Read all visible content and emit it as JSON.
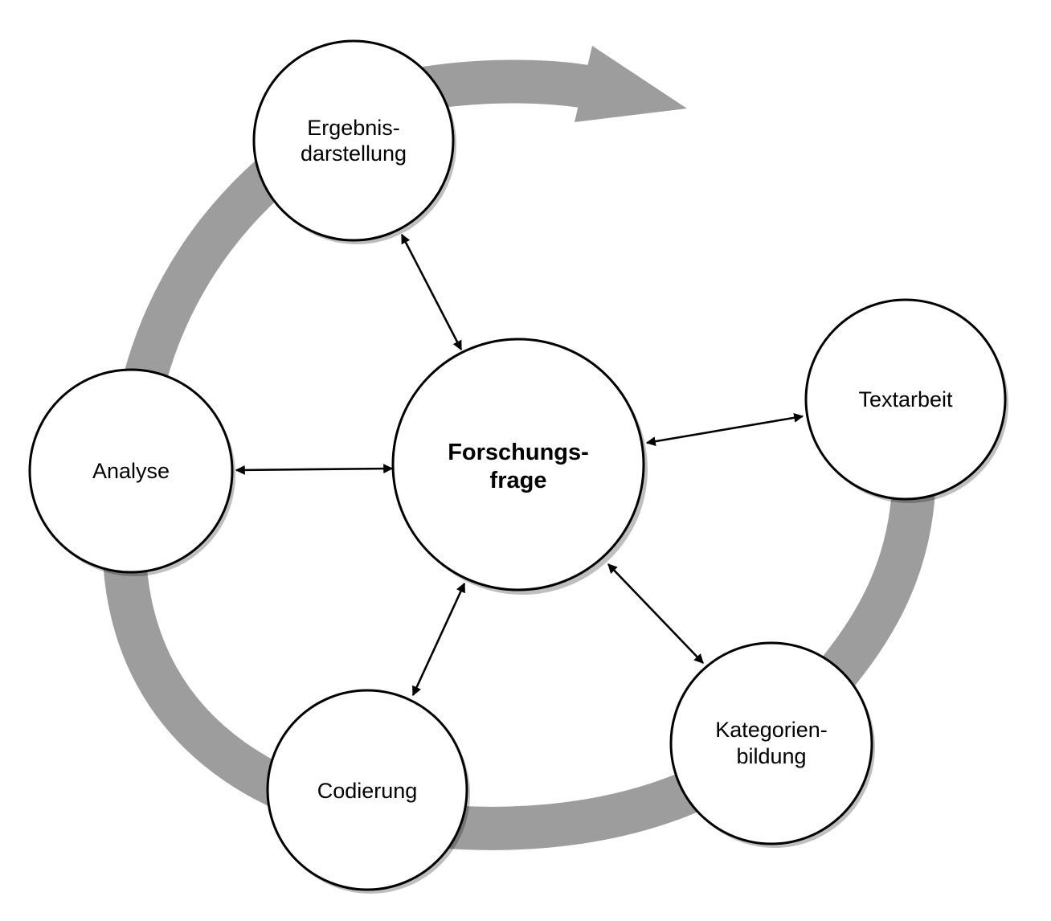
{
  "diagram": {
    "colors": {
      "cycle_arrow": "#9c9d9c",
      "node_fill": "#ffffff",
      "node_stroke": "#000000",
      "connector": "#000000"
    },
    "center": {
      "line1": "Forschungs-",
      "line2": "frage"
    },
    "nodes": {
      "ergebnis": {
        "line1": "Ergebnis-",
        "line2": "darstellung"
      },
      "textarbeit": {
        "line1": "Textarbeit"
      },
      "kategorien": {
        "line1": "Kategorien-",
        "line2": "bildung"
      },
      "codierung": {
        "line1": "Codierung"
      },
      "analyse": {
        "line1": "Analyse"
      }
    }
  }
}
